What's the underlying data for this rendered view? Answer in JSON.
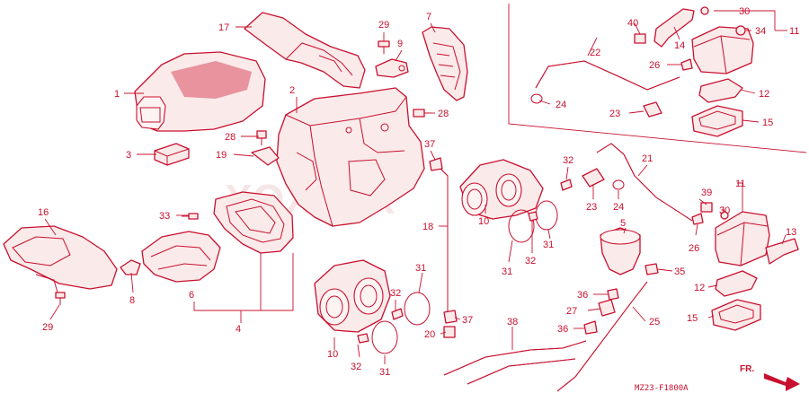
{
  "diagram": {
    "drawing_code": "MZ23-F1800A",
    "direction_label": "FR.",
    "watermark": "XOXXXX",
    "accent_color": "#c8102e",
    "callouts": [
      {
        "id": "c1",
        "text": "1"
      },
      {
        "id": "c2",
        "text": "2"
      },
      {
        "id": "c3",
        "text": "3"
      },
      {
        "id": "c4",
        "text": "4"
      },
      {
        "id": "c5",
        "text": "5"
      },
      {
        "id": "c6",
        "text": "6"
      },
      {
        "id": "c7",
        "text": "7"
      },
      {
        "id": "c8",
        "text": "8"
      },
      {
        "id": "c9",
        "text": "9"
      },
      {
        "id": "c10a",
        "text": "10"
      },
      {
        "id": "c10b",
        "text": "10"
      },
      {
        "id": "c11a",
        "text": "11"
      },
      {
        "id": "c11b",
        "text": "11"
      },
      {
        "id": "c12a",
        "text": "12"
      },
      {
        "id": "c12b",
        "text": "12"
      },
      {
        "id": "c13",
        "text": "13"
      },
      {
        "id": "c14",
        "text": "14"
      },
      {
        "id": "c15a",
        "text": "15"
      },
      {
        "id": "c15b",
        "text": "15"
      },
      {
        "id": "c16",
        "text": "16"
      },
      {
        "id": "c17",
        "text": "17"
      },
      {
        "id": "c18",
        "text": "18"
      },
      {
        "id": "c19",
        "text": "19"
      },
      {
        "id": "c20",
        "text": "20"
      },
      {
        "id": "c21",
        "text": "21"
      },
      {
        "id": "c22",
        "text": "22"
      },
      {
        "id": "c23a",
        "text": "23"
      },
      {
        "id": "c23b",
        "text": "23"
      },
      {
        "id": "c24a",
        "text": "24"
      },
      {
        "id": "c24b",
        "text": "24"
      },
      {
        "id": "c25",
        "text": "25"
      },
      {
        "id": "c26a",
        "text": "26"
      },
      {
        "id": "c26b",
        "text": "26"
      },
      {
        "id": "c27",
        "text": "27"
      },
      {
        "id": "c28a",
        "text": "28"
      },
      {
        "id": "c28b",
        "text": "28"
      },
      {
        "id": "c29a",
        "text": "29"
      },
      {
        "id": "c29b",
        "text": "29"
      },
      {
        "id": "c30a",
        "text": "30"
      },
      {
        "id": "c30b",
        "text": "30"
      },
      {
        "id": "c31a",
        "text": "31"
      },
      {
        "id": "c31b",
        "text": "31"
      },
      {
        "id": "c31c",
        "text": "31"
      },
      {
        "id": "c31d",
        "text": "31"
      },
      {
        "id": "c32a",
        "text": "32"
      },
      {
        "id": "c32b",
        "text": "32"
      },
      {
        "id": "c32c",
        "text": "32"
      },
      {
        "id": "c32d",
        "text": "32"
      },
      {
        "id": "c33",
        "text": "33"
      },
      {
        "id": "c34",
        "text": "34"
      },
      {
        "id": "c35",
        "text": "35"
      },
      {
        "id": "c36a",
        "text": "36"
      },
      {
        "id": "c36b",
        "text": "36"
      },
      {
        "id": "c37a",
        "text": "37"
      },
      {
        "id": "c37b",
        "text": "37"
      },
      {
        "id": "c38",
        "text": "38"
      },
      {
        "id": "c39",
        "text": "39"
      },
      {
        "id": "c40",
        "text": "40"
      }
    ]
  }
}
